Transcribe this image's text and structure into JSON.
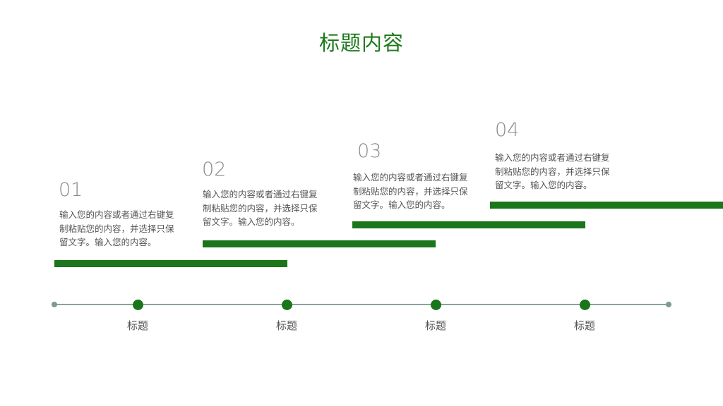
{
  "title": "标题内容",
  "steps": [
    {
      "number": "01",
      "text": "输入您的内容或者通过右键复制粘贴您的内容，并选择只保留文字。输入您的内容。",
      "label": "标题"
    },
    {
      "number": "02",
      "text": "输入您的内容或者通过右键复制粘贴您的内容，并选择只保留文字。输入您的内容。",
      "label": "标题"
    },
    {
      "number": "03",
      "text": "输入您的内容或者通过右键复制粘贴您的内容，并选择只保留文字。输入您的内容。",
      "label": "标题"
    },
    {
      "number": "04",
      "text": "输入您的内容或者通过右键复制粘贴您的内容，并选择只保留文字。输入您的内容。",
      "label": "标题"
    }
  ],
  "colors": {
    "accent": "#1b751b",
    "title": "#1e7a1e",
    "axis": "#8aa39b"
  }
}
